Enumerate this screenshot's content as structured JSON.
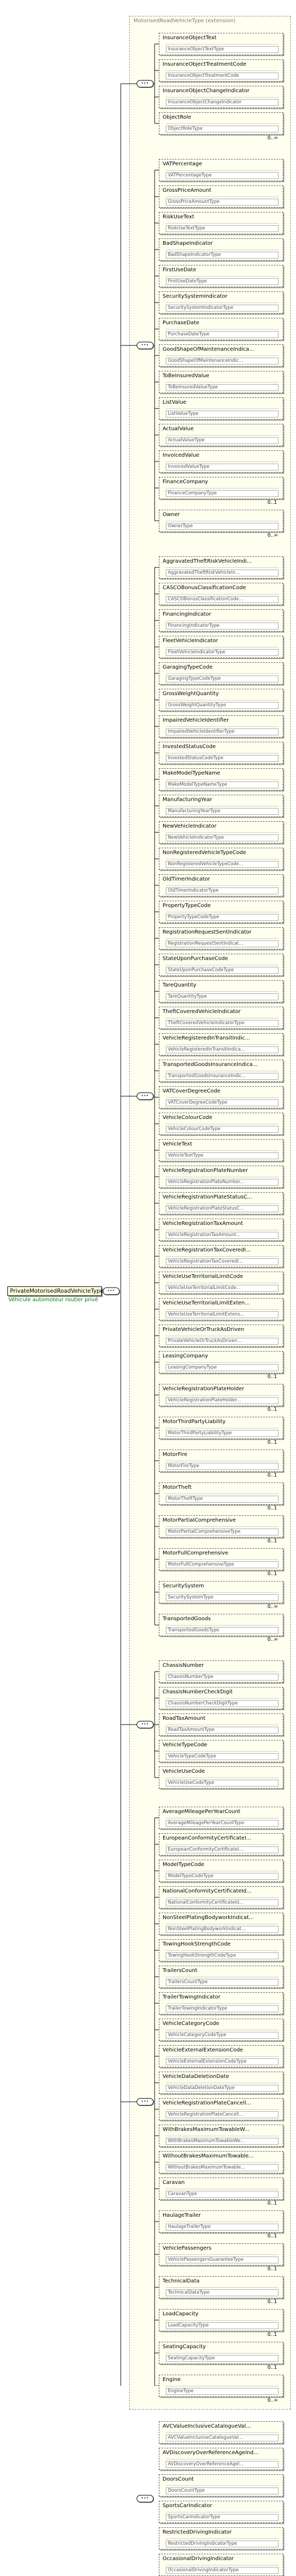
{
  "root": {
    "name": "PrivateMotorisedRoadVehicleType",
    "subtitle": "Véhicule automoteur routier privé"
  },
  "extension": {
    "title": "MotorisedRoadVehicleType (extension)",
    "groups": [
      {
        "elements": [
          {
            "name": "InsuranceObjectText",
            "type": "InsuranceObjectTextType",
            "optional": true
          },
          {
            "name": "InsuranceObjectTreatmentCode",
            "type": "InsuranceObjectTreatmentCode",
            "optional": true
          },
          {
            "name": "InsuranceObjectChangeIndicator",
            "type": "InsuranceObjectChangeIndicator",
            "optional": true
          },
          {
            "name": "ObjectRole",
            "type": "ObjectRoleType",
            "optional": true,
            "occ": "0..∞"
          }
        ]
      },
      {
        "elements": [
          {
            "name": "VATPercentage",
            "type": "VATPercentageType",
            "optional": true
          },
          {
            "name": "GrossPriceAmount",
            "type": "GrossPriceAmountType",
            "optional": true
          },
          {
            "name": "RiskUseText",
            "type": "RiskUseTextType",
            "optional": true
          },
          {
            "name": "BadShapeIndicator",
            "type": "BadShapeIndicatorType",
            "optional": true
          },
          {
            "name": "FirstUseDate",
            "type": "FirstUseDateType",
            "optional": true
          },
          {
            "name": "SecuritySystemIndicator",
            "type": "SecuritySystemIndicatorType",
            "optional": true
          },
          {
            "name": "PurchaseDate",
            "type": "PurchaseDateType",
            "optional": true
          },
          {
            "name": "GoodShapeOfMaintenanceIndica...",
            "type": "GoodShapeOfMaintenanceIndic...",
            "optional": true
          },
          {
            "name": "ToBeInsuredValue",
            "type": "ToBeInsuredValueType",
            "optional": true
          },
          {
            "name": "ListValue",
            "type": "ListValueType",
            "optional": true
          },
          {
            "name": "ActualValue",
            "type": "ActualValueType",
            "optional": true
          },
          {
            "name": "InvoicedValue",
            "type": "InvoicedValueType",
            "optional": true
          },
          {
            "name": "FinanceCompany",
            "type": "FinanceCompanyType",
            "optional": true,
            "occ": "0..1"
          },
          {
            "name": "Owner",
            "type": "OwnerType",
            "optional": true,
            "occ": "0..∞"
          }
        ]
      },
      {
        "elements": [
          {
            "name": "AggravatedTheftRiskVehicleIndi...",
            "type": "AggravatedTheftRiskVehicleIn...",
            "optional": true
          },
          {
            "name": "CASCOBonusClassificationCode",
            "type": "CASCOBonusClassificationCode...",
            "optional": true
          },
          {
            "name": "FinancingIndicator",
            "type": "FinancingIndicatorType",
            "optional": true
          },
          {
            "name": "FleetVehicleIndicator",
            "type": "FleetVehicleIndicatorType",
            "optional": true
          },
          {
            "name": "GaragingTypeCode",
            "type": "GaragingTypeCodeType",
            "optional": true
          },
          {
            "name": "GrossWeightQuantity",
            "type": "GrossWeightQuantityType",
            "optional": true
          },
          {
            "name": "ImpairedVehicleIdentifier",
            "type": "ImpairedVehicleIdentifierType",
            "optional": true
          },
          {
            "name": "InvestedStatusCode",
            "type": "InvestedStatusCodeType",
            "optional": true
          },
          {
            "name": "MakeModelTypeName",
            "type": "MakeModelTypeNameType",
            "optional": true
          },
          {
            "name": "ManufacturingYear",
            "type": "ManufacturingYearType",
            "optional": true
          },
          {
            "name": "NewVehicleIndicator",
            "type": "NewVehicleIndicatorType",
            "optional": true
          },
          {
            "name": "NonRegisteredVehicleTypeCode",
            "type": "NonRegisteredVehicleTypeCode...",
            "optional": true
          },
          {
            "name": "OldTimerIndicator",
            "type": "OldTimerIndicatorType",
            "optional": true
          },
          {
            "name": "PropertyTypeCode",
            "type": "PropertyTypeCodeType",
            "optional": true
          },
          {
            "name": "RegistrationRequestSentIndicator",
            "type": "RegistrationRequestSentIndicat...",
            "optional": true
          },
          {
            "name": "StateUponPurchaseCode",
            "type": "StateUponPurchaseCodeType",
            "optional": true
          },
          {
            "name": "TareQuantity",
            "type": "TareQuantityType",
            "optional": true
          },
          {
            "name": "TheftCoveredVehicleIndicator",
            "type": "TheftCoveredVehicleIndicatorType",
            "optional": true
          },
          {
            "name": "VehicleRegisteredInTransitIndic...",
            "type": "VehicleRegisteredInTransitIndica...",
            "optional": true
          },
          {
            "name": "TransportedGoodsInsuranceIndica...",
            "type": "TransportedGoodsInsuranceIndic...",
            "optional": true
          },
          {
            "name": "VATCoverDegreeCode",
            "type": "VATCoverDegreeCodeType",
            "optional": true
          },
          {
            "name": "VehicleColourCode",
            "type": "VehicleColourCodeType",
            "optional": true
          },
          {
            "name": "VehicleText",
            "type": "VehicleTextType",
            "optional": true
          },
          {
            "name": "VehicleRegistrationPlateNumber",
            "type": "VehicleRegistrationPlateNumber...",
            "optional": true
          },
          {
            "name": "VehicleRegistrationPlateStatusC...",
            "type": "VehicleRegistrationPlateStatusC...",
            "optional": true
          },
          {
            "name": "VehicleRegistrationTaxAmount",
            "type": "VehicleRegistrationTaxAmount...",
            "optional": true
          },
          {
            "name": "VehicleRegistrationTaxCoveredI...",
            "type": "VehicleRegistrationTaxCoveredI...",
            "optional": true
          },
          {
            "name": "VehicleUseTerritorialLimitCode",
            "type": "VehicleUseTerritorialLimitCode...",
            "optional": true
          },
          {
            "name": "VehicleUseTerritorialLimitExten...",
            "type": "VehicleUseTerritorialLimitExtens...",
            "optional": true
          },
          {
            "name": "PrivateVehicleOrTruckAsDriven",
            "type": "PrivateVehicleOrTruckAsDriven...",
            "optional": true
          },
          {
            "name": "LeasingCompany",
            "type": "LeasingCompanyType",
            "optional": true,
            "occ": "0..1"
          },
          {
            "name": "VehicleRegistrationPlateHolder",
            "type": "VehicleRegistrationPlateHolder...",
            "optional": true,
            "occ": "0..1"
          },
          {
            "name": "MotorThirdPartyLiability",
            "type": "MotorThirdPartyLiabilityType",
            "optional": true,
            "occ": "0..1"
          },
          {
            "name": "MotorFire",
            "type": "MotorFireType",
            "optional": true,
            "occ": "0..1"
          },
          {
            "name": "MotorTheft",
            "type": "MotorTheftType",
            "optional": true,
            "occ": "0..1"
          },
          {
            "name": "MotorPartialComprehensive",
            "type": "MotorPartialComprehensiveType",
            "optional": true,
            "occ": "0..1"
          },
          {
            "name": "MotorFullComprehensive",
            "type": "MotorFullComprehensiveType",
            "optional": true,
            "occ": "0..1"
          },
          {
            "name": "SecuritySystem",
            "type": "SecuritySystemType",
            "optional": true,
            "occ": "0..∞"
          },
          {
            "name": "TransportedGoods",
            "type": "TransportedGoodsType",
            "optional": true,
            "occ": "0..∞"
          }
        ]
      },
      {
        "elements": [
          {
            "name": "ChassisNumber",
            "type": "ChassisNumberType",
            "optional": true
          },
          {
            "name": "ChassisNumberCheckDigit",
            "type": "ChassisNumberCheckDigitType",
            "optional": true
          },
          {
            "name": "RoadTaxAmount",
            "type": "RoadTaxAmountType",
            "optional": true
          },
          {
            "name": "VehicleTypeCode",
            "type": "VehicleTypeCodeType",
            "optional": true
          },
          {
            "name": "VehicleUseCode",
            "type": "VehicleUseCodeType",
            "optional": true
          }
        ]
      },
      {
        "elements": [
          {
            "name": "AverageMileagePerYearCount",
            "type": "AverageMileagePerYearCountType",
            "optional": true
          },
          {
            "name": "EuropeanConformityCertificateI...",
            "type": "EuropeanConformityCertificateI...",
            "optional": true
          },
          {
            "name": "ModelTypeCode",
            "type": "ModelTypeCodeType",
            "optional": true
          },
          {
            "name": "NationalConformityCertificateId...",
            "type": "NationalConformityCertificateId...",
            "optional": true
          },
          {
            "name": "NonSteelPlatingBodyworkIndicat...",
            "type": "NonSteelPlatingBodyworkIndicat...",
            "optional": true
          },
          {
            "name": "TowingHookStrengthCode",
            "type": "TowingHookStrengthCodeType",
            "optional": true
          },
          {
            "name": "TrailersCount",
            "type": "TrailersCountType",
            "optional": true
          },
          {
            "name": "TrailerTowingIndicator",
            "type": "TrailerTowingIndicatorType",
            "optional": true
          },
          {
            "name": "VehicleCategoryCode",
            "type": "VehicleCategoryCodeType",
            "optional": true
          },
          {
            "name": "VehicleExternalExtensionCode",
            "type": "VehicleExternalExtensionCodeType",
            "optional": true
          },
          {
            "name": "VehicleDataDeletionDate",
            "type": "VehicleDataDeletionDateType",
            "optional": true
          },
          {
            "name": "VehicleRegistrationPlateCancell...",
            "type": "VehicleRegistrationPlateCancell...",
            "optional": true
          },
          {
            "name": "WithBrakesMaximumTowableW...",
            "type": "WithBrakesMaximumTowableWe...",
            "optional": true
          },
          {
            "name": "WithoutBrakesMaximumTowable...",
            "type": "WithoutBrakesMaximumTowable...",
            "optional": true
          },
          {
            "name": "Caravan",
            "type": "CaravanType",
            "optional": true,
            "occ": "0..1"
          },
          {
            "name": "HaulageTrailer",
            "type": "HaulageTrailerType",
            "optional": true,
            "occ": "0..1"
          },
          {
            "name": "VehiclePassengers",
            "type": "VehiclePassengersGuaranteeType",
            "optional": true,
            "occ": "0..1"
          },
          {
            "name": "TechnicalData",
            "type": "TechnicalDataType",
            "optional": true,
            "occ": "0..1"
          },
          {
            "name": "LoadCapacity",
            "type": "LoadCapacityType",
            "optional": true,
            "occ": "0..1"
          },
          {
            "name": "SeatingCapacity",
            "type": "SeatingCapacityType",
            "optional": true,
            "occ": "0..1"
          },
          {
            "name": "Engine",
            "type": "EngineType",
            "optional": true,
            "occ": "0..∞"
          }
        ]
      }
    ]
  },
  "own": {
    "elements": [
      {
        "name": "AVCValueInclusiveCatalogueVal...",
        "type": "AVCValueInclusiveCatalogueVal...",
        "optional": true
      },
      {
        "name": "AVDiscoveryOverReferenceAgeInd...",
        "type": "AVDiscoveryOverReferenceAgel...",
        "optional": true
      },
      {
        "name": "DoorsCount",
        "type": "DoorsCountType",
        "optional": true
      },
      {
        "name": "SportsCarIndicator",
        "type": "SportsCarIndicatorType",
        "optional": true
      },
      {
        "name": "RestrictedDrivingIndicator",
        "type": "RestrictedDrivingIndicatorType",
        "optional": true
      },
      {
        "name": "OccasionalDrivingIndicator",
        "type": "OccasionalDrivingIndicatorType",
        "optional": true
      }
    ]
  }
}
